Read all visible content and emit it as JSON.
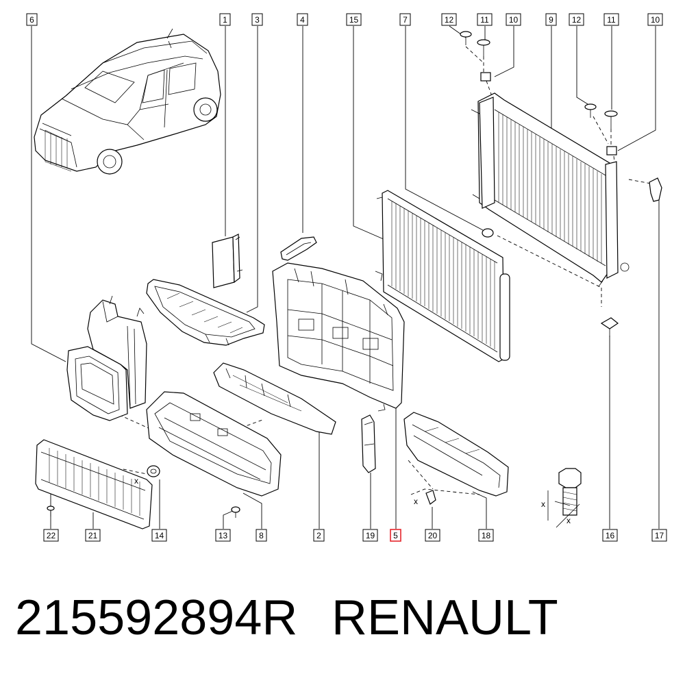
{
  "callouts": [
    {
      "id": "c6",
      "text": "6",
      "highlight": false
    },
    {
      "id": "c1",
      "text": "1",
      "highlight": false
    },
    {
      "id": "c3",
      "text": "3",
      "highlight": false
    },
    {
      "id": "c4",
      "text": "4",
      "highlight": false
    },
    {
      "id": "c15",
      "text": "15",
      "highlight": false
    },
    {
      "id": "c7",
      "text": "7",
      "highlight": false
    },
    {
      "id": "c12a",
      "text": "12",
      "highlight": false
    },
    {
      "id": "c11a",
      "text": "11",
      "highlight": false
    },
    {
      "id": "c10a",
      "text": "10",
      "highlight": false
    },
    {
      "id": "c9",
      "text": "9",
      "highlight": false
    },
    {
      "id": "c12b",
      "text": "12",
      "highlight": false
    },
    {
      "id": "c11b",
      "text": "11",
      "highlight": false
    },
    {
      "id": "c10b",
      "text": "10",
      "highlight": false
    },
    {
      "id": "c22",
      "text": "22",
      "highlight": false
    },
    {
      "id": "c21",
      "text": "21",
      "highlight": false
    },
    {
      "id": "c14",
      "text": "14",
      "highlight": false
    },
    {
      "id": "c13",
      "text": "13",
      "highlight": false
    },
    {
      "id": "c8",
      "text": "8",
      "highlight": false
    },
    {
      "id": "c2",
      "text": "2",
      "highlight": false
    },
    {
      "id": "c19",
      "text": "19",
      "highlight": false
    },
    {
      "id": "c5",
      "text": "5",
      "highlight": true
    },
    {
      "id": "c20",
      "text": "20",
      "highlight": false
    },
    {
      "id": "c18",
      "text": "18",
      "highlight": false
    },
    {
      "id": "c16",
      "text": "16",
      "highlight": false
    },
    {
      "id": "c17",
      "text": "17",
      "highlight": false
    }
  ],
  "dimension_marks": [
    "x",
    "x",
    "x",
    "x"
  ],
  "caption": {
    "part_number": "215592894R",
    "brand": "RENAULT"
  },
  "colors": {
    "highlight": "#e4252b",
    "ink": "#000000",
    "background": "#ffffff"
  }
}
